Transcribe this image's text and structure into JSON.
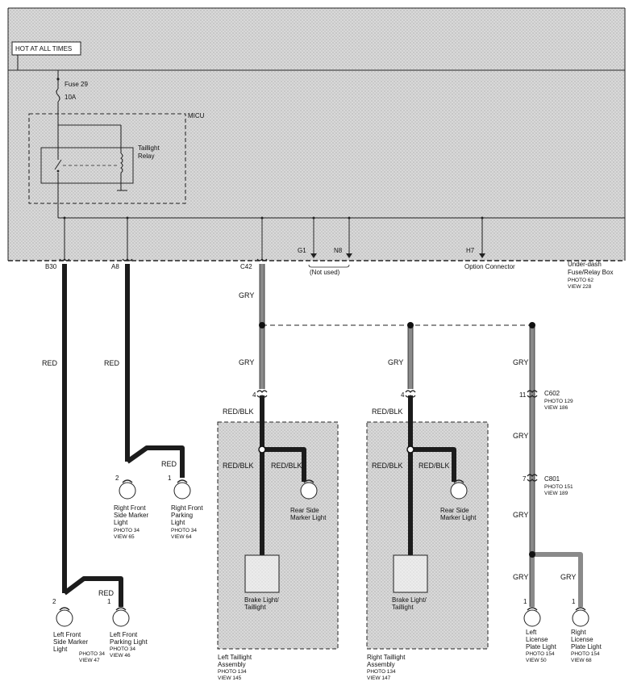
{
  "fuse_box": {
    "hot_label": "HOT AT ALL TIMES",
    "fuse_name": "Fuse 29",
    "fuse_rating": "10A",
    "micu_label": "MICU",
    "relay_label_1": "Taillight",
    "relay_label_2": "Relay",
    "pins": {
      "b30": "B30",
      "a8": "A8",
      "c42": "C42",
      "g1": "G1",
      "n8": "N8",
      "h7": "H7"
    },
    "not_used": "(Not used)",
    "option_connector": "Option Connector",
    "box_name_1": "Under-dash",
    "box_name_2": "Fuse/Relay Box",
    "box_photo": "PHOTO 62",
    "box_view": "VIEW 228"
  },
  "wires": {
    "red": "RED",
    "gry": "GRY",
    "red_blk": "RED/BLK"
  },
  "pins": {
    "p1": "1",
    "p2": "2",
    "p4": "4",
    "p7": "7",
    "p11": "11"
  },
  "connectors": {
    "c602": "C602",
    "c602_photo": "PHOTO 129",
    "c602_view": "VIEW 186",
    "c801": "C801",
    "c801_photo": "PHOTO 151",
    "c801_view": "VIEW 189"
  },
  "components": {
    "rf_side_marker": [
      "Right Front",
      "Side Marker",
      "Light",
      "PHOTO 34",
      "VIEW 65"
    ],
    "rf_parking": [
      "Right Front",
      "Parking",
      "Light",
      "PHOTO 34",
      "VIEW 64"
    ],
    "lf_side_marker": [
      "Left Front",
      "Side Marker",
      "Light",
      "PHOTO 34",
      "VIEW 47"
    ],
    "lf_parking": [
      "Left Front",
      "Parking Light",
      "PHOTO 34",
      "VIEW 46"
    ],
    "rear_side_marker": [
      "Rear Side",
      "Marker Light"
    ],
    "brake_taillight": [
      "Brake Light/",
      "Taillight"
    ],
    "left_taillight_assy": [
      "Left Taillight",
      "Assembly",
      "PHOTO 134",
      "VIEW 145"
    ],
    "right_taillight_assy": [
      "Right Taillight",
      "Assembly",
      "PHOTO 134",
      "VIEW 147"
    ],
    "left_license": [
      "Left",
      "License",
      "Plate Light",
      "PHOTO 154",
      "VIEW 50"
    ],
    "right_license": [
      "Right",
      "License",
      "Plate Light",
      "PHOTO 154",
      "VIEW 68"
    ]
  },
  "colors": {
    "red_wire": "#1c1c1c",
    "gry_wire": "#8a8a8a",
    "shade": "#cfcfcf"
  }
}
